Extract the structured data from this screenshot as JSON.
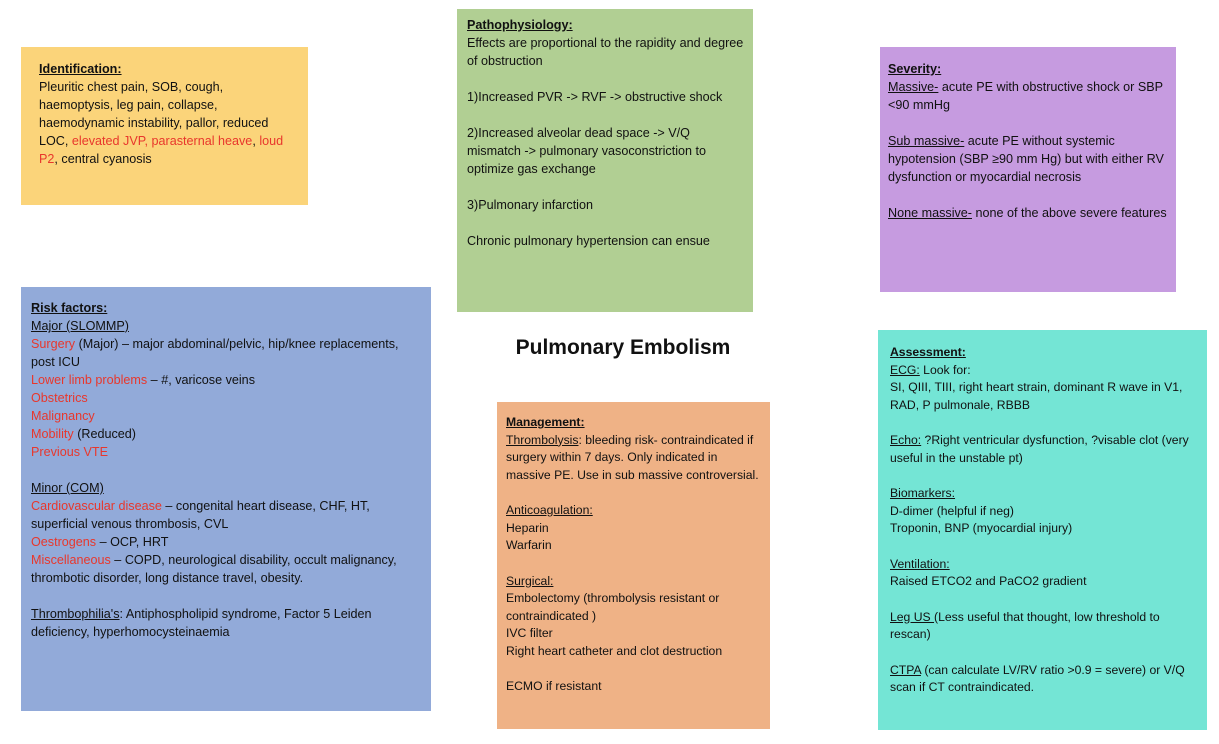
{
  "title": "Pulmonary Embolism",
  "colors": {
    "identification_bg": "#fbd47a",
    "pathophysiology_bg": "#b1cf93",
    "severity_bg": "#c69be0",
    "risk_bg": "#92aad9",
    "management_bg": "#efb286",
    "assessment_bg": "#74e5d5",
    "highlight_text": "#e8372c"
  },
  "identification": {
    "heading": "Identification:",
    "text_a": "Pleuritic chest pain, SOB, cough, haemoptysis, leg pain, collapse, haemodynamic instability, pallor, reduced LOC, ",
    "red_a": "elevated JVP, parasternal heave",
    "sep": ", ",
    "red_b": "loud P2",
    "text_b": ", central cyanosis"
  },
  "pathophysiology": {
    "heading": "Pathophysiology:",
    "p1": "Effects are proportional to the rapidity and degree of obstruction",
    "p2": "1)Increased PVR -> RVF -> obstructive shock",
    "p3": "2)Increased alveolar dead space -> V/Q mismatch -> pulmonary vasoconstriction to optimize gas exchange",
    "p4": "3)Pulmonary infarction",
    "p5": "Chronic pulmonary hypertension can ensue"
  },
  "severity": {
    "heading": "Severity:",
    "massive_label": "Massive-",
    "massive_text": " acute PE with obstructive shock or SBP <90 mmHg",
    "submassive_label": "Sub massive-",
    "submassive_text": " acute PE without systemic hypotension (SBP ≥90 mm Hg) but with either RV dysfunction or myocardial necrosis",
    "none_label": "None massive-",
    "none_text": " none of the above severe features"
  },
  "risk": {
    "heading": "Risk factors:",
    "major_label": "Major (SLOMMP)",
    "surgery_red": "Surgery",
    "surgery_text": " (Major) – major abdominal/pelvic, hip/knee replacements, post ICU",
    "limb_red": "Lower limb problems",
    "limb_text": " – #, varicose veins",
    "obstetrics": "Obstetrics",
    "malignancy": "Malignancy",
    "mobility_red": "Mobility",
    "mobility_text": " (Reduced)",
    "vte": "Previous VTE",
    "minor_label": "Minor (COM)",
    "cardio_red": "Cardiovascular disease",
    "cardio_text": " – congenital heart disease, CHF, HT, superficial venous thrombosis, CVL",
    "oestro_red": "Oestrogens",
    "oestro_text": " – OCP, HRT",
    "misc_red": "Miscellaneous",
    "misc_text": " – COPD, neurological disability, occult malignancy, thrombotic disorder, long distance travel, obesity.",
    "thrombo_label": "Thrombophilia's",
    "thrombo_text": ": Antiphospholipid syndrome, Factor 5 Leiden deficiency, hyperhomocysteinaemia"
  },
  "management": {
    "heading": "Management:",
    "thrombolysis_label": "Thrombolysis",
    "thrombolysis_text": ": bleeding risk- contraindicated if surgery within 7 days. Only indicated in massive PE. Use in sub massive controversial.",
    "anticoag_label": "Anticoagulation:",
    "heparin": "Heparin",
    "warfarin": "Warfarin",
    "surgical_label": "Surgical:",
    "embolectomy": "Embolectomy (thrombolysis resistant or contraindicated )",
    "ivc": "IVC filter",
    "catheter": "Right heart catheter and clot destruction",
    "ecmo": "ECMO if resistant"
  },
  "assessment": {
    "heading": "Assessment:",
    "ecg_label": "ECG:",
    "ecg_text": " Look for:",
    "ecg_detail": "SI, QIII, TIII, right heart strain, dominant R wave in V1, RAD, P pulmonale, RBBB",
    "echo_label": "Echo:",
    "echo_text": " ?Right ventricular dysfunction, ?visable clot (very useful in the unstable pt)",
    "bio_label": "Biomarkers:",
    "bio_1": "D-dimer (helpful if neg)",
    "bio_2": "Troponin, BNP (myocardial injury)",
    "vent_label": "Ventilation:",
    "vent_text": "Raised ETCO2 and PaCO2 gradient",
    "leg_label": "Leg US ",
    "leg_text": "(Less useful that thought, low threshold to rescan)",
    "ctpa_label": "CTPA",
    "ctpa_text": " (can calculate LV/RV ratio >0.9 = severe) or V/Q scan if CT contraindicated."
  }
}
